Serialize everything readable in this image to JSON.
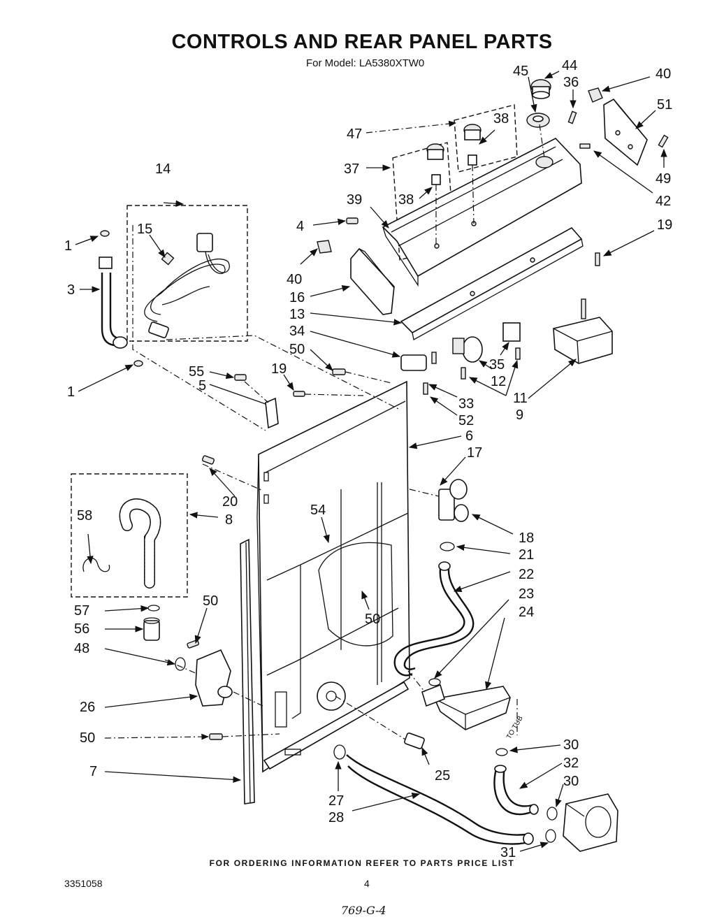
{
  "header": {
    "title": "CONTROLS AND REAR PANEL PARTS",
    "model": "For Model: LA5380XTW0"
  },
  "diagram": {
    "to_tub_label": "TO TUB",
    "callouts": [
      {
        "id": "c1a",
        "text": "1"
      },
      {
        "id": "c3",
        "text": "3"
      },
      {
        "id": "c1b",
        "text": "1"
      },
      {
        "id": "c14",
        "text": "14"
      },
      {
        "id": "c15",
        "text": "15"
      },
      {
        "id": "c55",
        "text": "55"
      },
      {
        "id": "c5",
        "text": "5"
      },
      {
        "id": "c19a",
        "text": "19"
      },
      {
        "id": "c50a",
        "text": "50"
      },
      {
        "id": "c4",
        "text": "4"
      },
      {
        "id": "c40a",
        "text": "40"
      },
      {
        "id": "c16",
        "text": "16"
      },
      {
        "id": "c13",
        "text": "13"
      },
      {
        "id": "c34",
        "text": "34"
      },
      {
        "id": "c39",
        "text": "39"
      },
      {
        "id": "c37",
        "text": "37"
      },
      {
        "id": "c38a",
        "text": "38"
      },
      {
        "id": "c47",
        "text": "47"
      },
      {
        "id": "c38b",
        "text": "38"
      },
      {
        "id": "c45",
        "text": "45"
      },
      {
        "id": "c44",
        "text": "44"
      },
      {
        "id": "c36",
        "text": "36"
      },
      {
        "id": "c40b",
        "text": "40"
      },
      {
        "id": "c51",
        "text": "51"
      },
      {
        "id": "c49",
        "text": "49"
      },
      {
        "id": "c42",
        "text": "42"
      },
      {
        "id": "c19b",
        "text": "19"
      },
      {
        "id": "c35",
        "text": "35"
      },
      {
        "id": "c12",
        "text": "12"
      },
      {
        "id": "c11",
        "text": "11"
      },
      {
        "id": "c9",
        "text": "9"
      },
      {
        "id": "c33",
        "text": "33"
      },
      {
        "id": "c52",
        "text": "52"
      },
      {
        "id": "c6",
        "text": "6"
      },
      {
        "id": "c17",
        "text": "17"
      },
      {
        "id": "c18",
        "text": "18"
      },
      {
        "id": "c21",
        "text": "21"
      },
      {
        "id": "c22",
        "text": "22"
      },
      {
        "id": "c23",
        "text": "23"
      },
      {
        "id": "c24",
        "text": "24"
      },
      {
        "id": "c20",
        "text": "20"
      },
      {
        "id": "c8",
        "text": "8"
      },
      {
        "id": "c58",
        "text": "58"
      },
      {
        "id": "c54",
        "text": "54"
      },
      {
        "id": "c57",
        "text": "57"
      },
      {
        "id": "c56",
        "text": "56"
      },
      {
        "id": "c48",
        "text": "48"
      },
      {
        "id": "c50b",
        "text": "50"
      },
      {
        "id": "c50c",
        "text": "50"
      },
      {
        "id": "c26",
        "text": "26"
      },
      {
        "id": "c50d",
        "text": "50"
      },
      {
        "id": "c7",
        "text": "7"
      },
      {
        "id": "c25",
        "text": "25"
      },
      {
        "id": "c27",
        "text": "27"
      },
      {
        "id": "c28",
        "text": "28"
      },
      {
        "id": "c30a",
        "text": "30"
      },
      {
        "id": "c32",
        "text": "32"
      },
      {
        "id": "c30b",
        "text": "30"
      },
      {
        "id": "c31",
        "text": "31"
      }
    ]
  },
  "footer": {
    "ordering_note": "FOR ORDERING INFORMATION REFER TO PARTS PRICE LIST",
    "doc_number": "3351058",
    "page_number": "4",
    "handwritten": "769-G-4"
  }
}
